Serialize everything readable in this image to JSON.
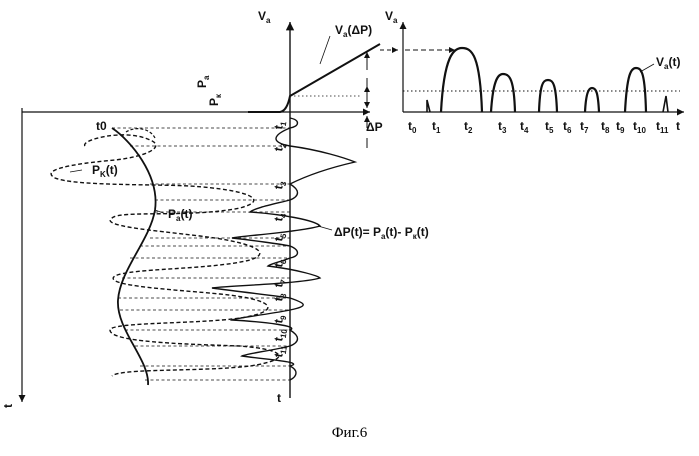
{
  "caption": "Фиг.6",
  "labels": {
    "va_left": "V",
    "va_left_sub": "a",
    "va_right": "V",
    "va_right_sub": "a",
    "pa_axis": "P",
    "pa_axis_sub": "a",
    "pk_axis": "P",
    "pk_axis_sub": "к",
    "transfer": "V",
    "transfer_sub": "a",
    "transfer_arg": "(ΔP)",
    "vat": "V",
    "vat_sub": "a",
    "vat_arg": "(t)",
    "pkt": "P",
    "pkt_sub": "K",
    "pkt_arg": "(t)",
    "pat": "P",
    "pat_sub": "a",
    "pat_arg": "(t)",
    "dp_axis": "ΔP",
    "formula": "ΔP(t)= P",
    "formula_sub1": "a",
    "formula_mid": "(t)- P",
    "formula_sub2": "к",
    "formula_end": "(t)",
    "t_right": "t",
    "t_bottom_left": "t",
    "t_bottom_mid": "t"
  },
  "right_t_labels": [
    "t0",
    "t1",
    "t2",
    "t3",
    "t4",
    "t5",
    "t6",
    "t7",
    "t8",
    "t9",
    "t10",
    "t11"
  ],
  "mid_t_labels": [
    "t1",
    "t2",
    "t3",
    "t4",
    "t5",
    "t6",
    "t7",
    "t8",
    "t9",
    "t10",
    "t11"
  ],
  "left_t0": "t0",
  "chart_data": {
    "type": "line",
    "title": "Фиг.6",
    "pulse_peaks": [
      {
        "from": "t1",
        "to": "t2",
        "peak": 1.0
      },
      {
        "from": "t3",
        "to": "t4",
        "peak": 0.62
      },
      {
        "from": "t5",
        "to": "t6",
        "peak": 0.52
      },
      {
        "from": "t7",
        "to": "t8",
        "peak": 0.42
      },
      {
        "from": "t9",
        "to": "t10",
        "peak": 0.68
      }
    ]
  }
}
